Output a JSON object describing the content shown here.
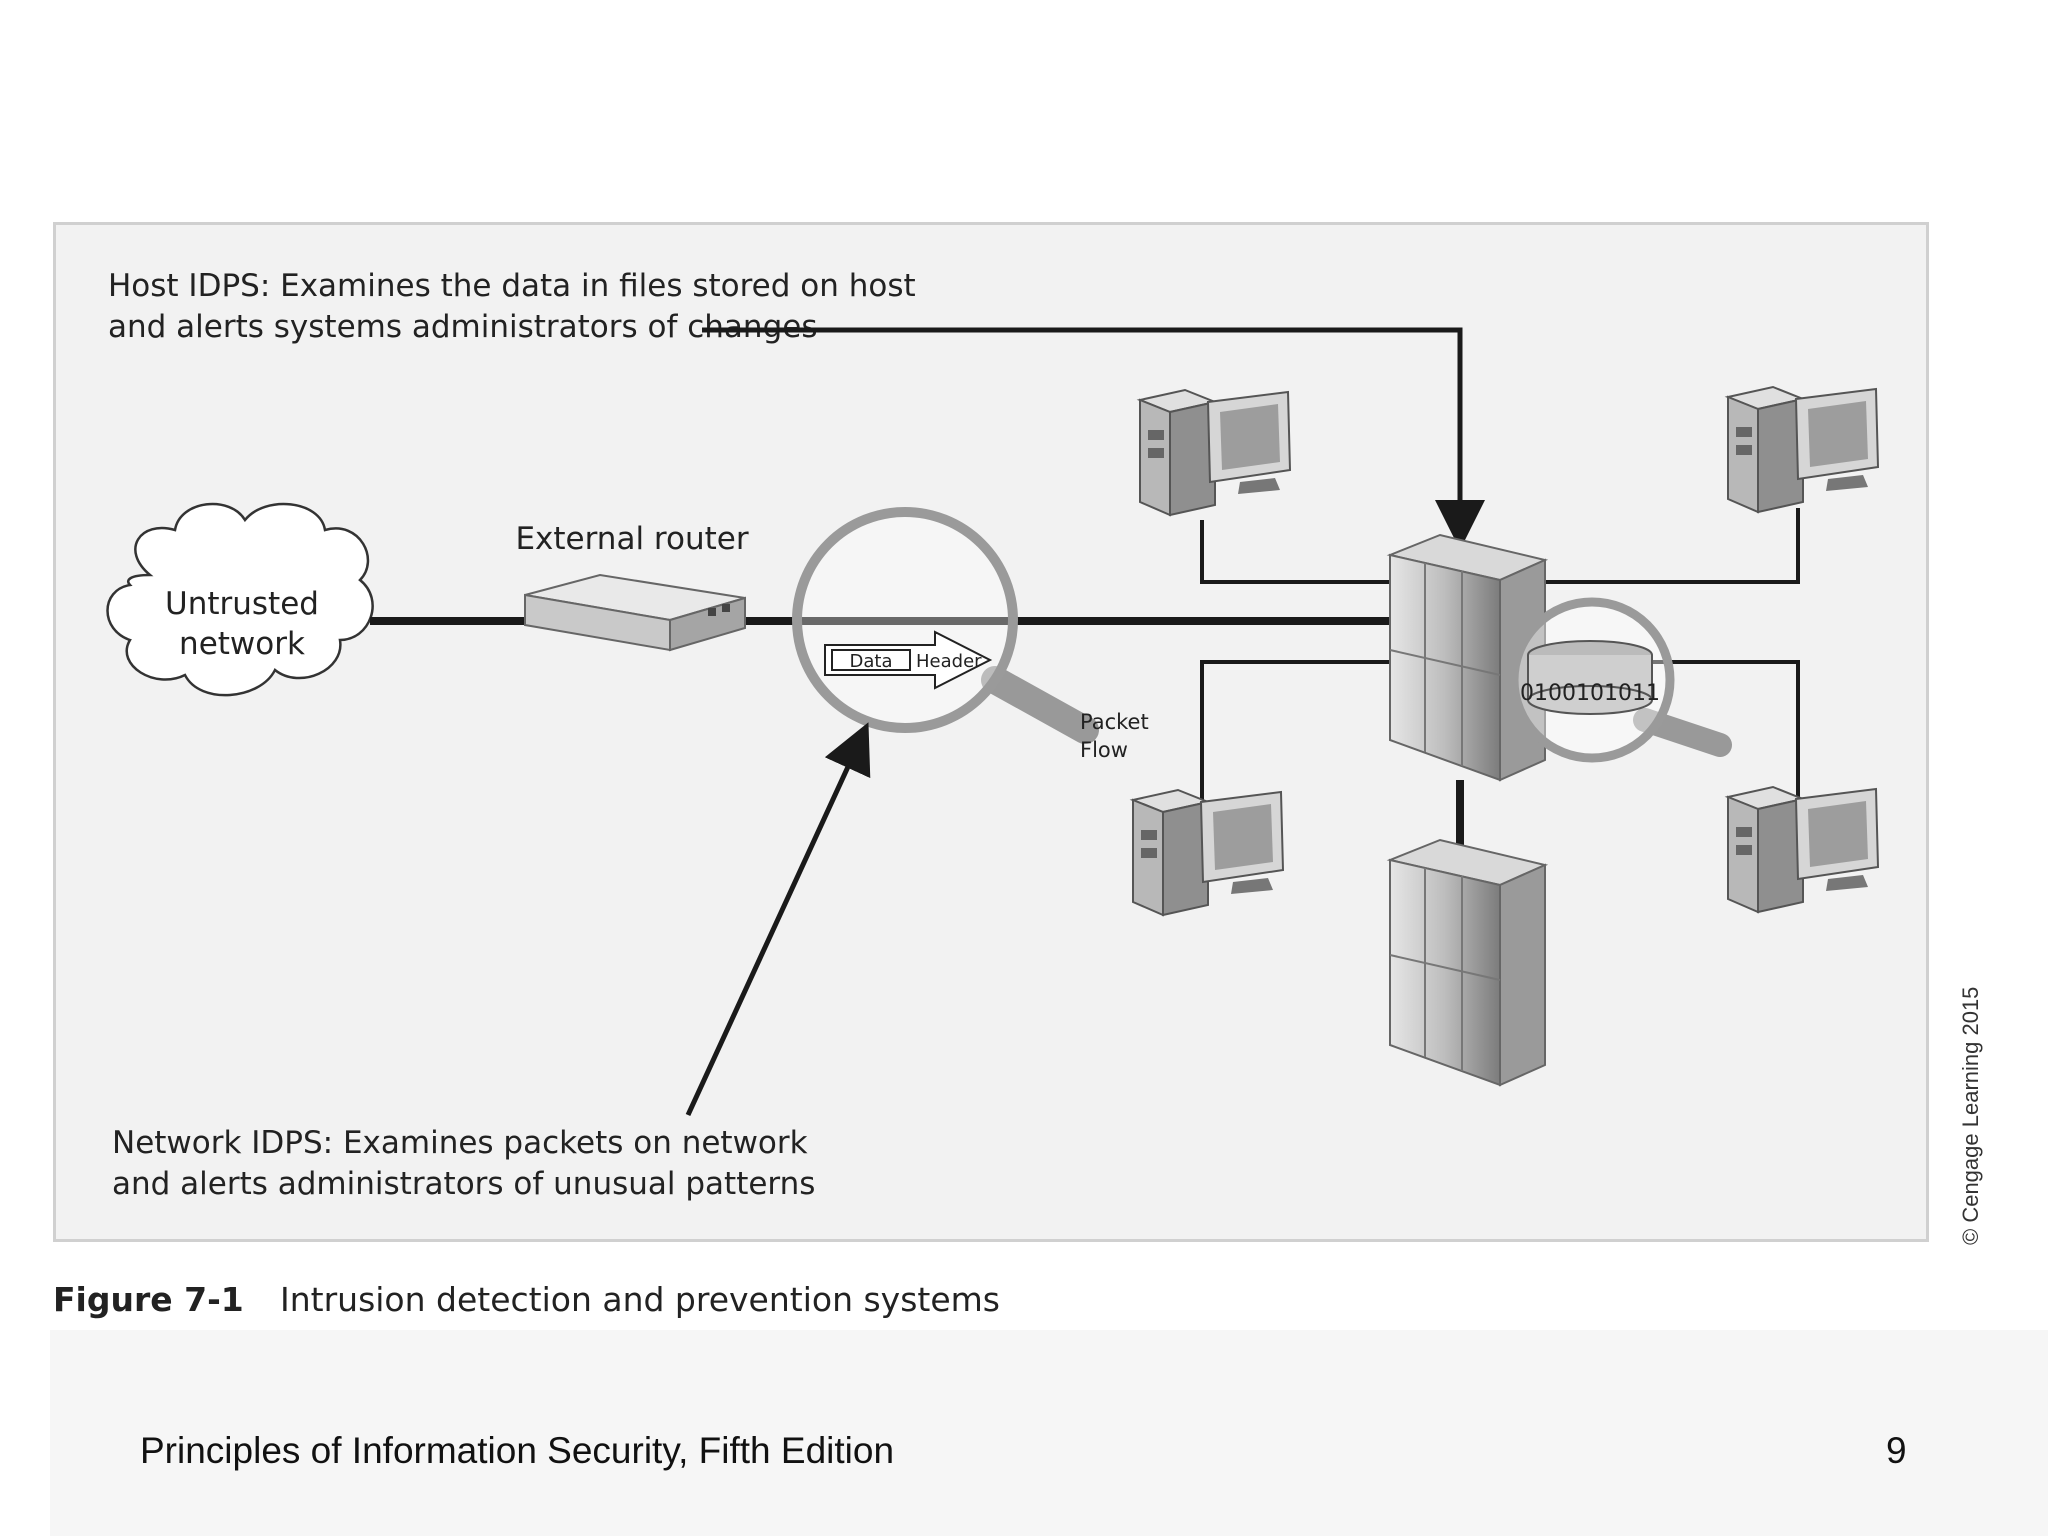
{
  "diagram": {
    "host_label_line1": "Host IDPS: Examines the data in files stored on host",
    "host_label_line2": "and alerts systems administrators of changes",
    "network_label_line1": "Network IDPS: Examines packets on network",
    "network_label_line2": "and alerts administrators of unusual patterns",
    "cloud_line1": "Untrusted",
    "cloud_line2": "network",
    "router_label": "External router",
    "packet_data": "Data",
    "packet_header": "Header",
    "packet_flow_line1": "Packet",
    "packet_flow_line2": "Flow",
    "binary": "0100101011"
  },
  "figure": {
    "number": "Figure 7-1",
    "title": "Intrusion detection and prevention systems",
    "credit": "© Cengage Learning 2015"
  },
  "footer": {
    "book": "Principles of Information Security, Fifth Edition",
    "page": "9"
  },
  "colors": {
    "line": "#1a1a1a",
    "device_light": "#d8d8d8",
    "device_dark": "#8a8a8a"
  }
}
